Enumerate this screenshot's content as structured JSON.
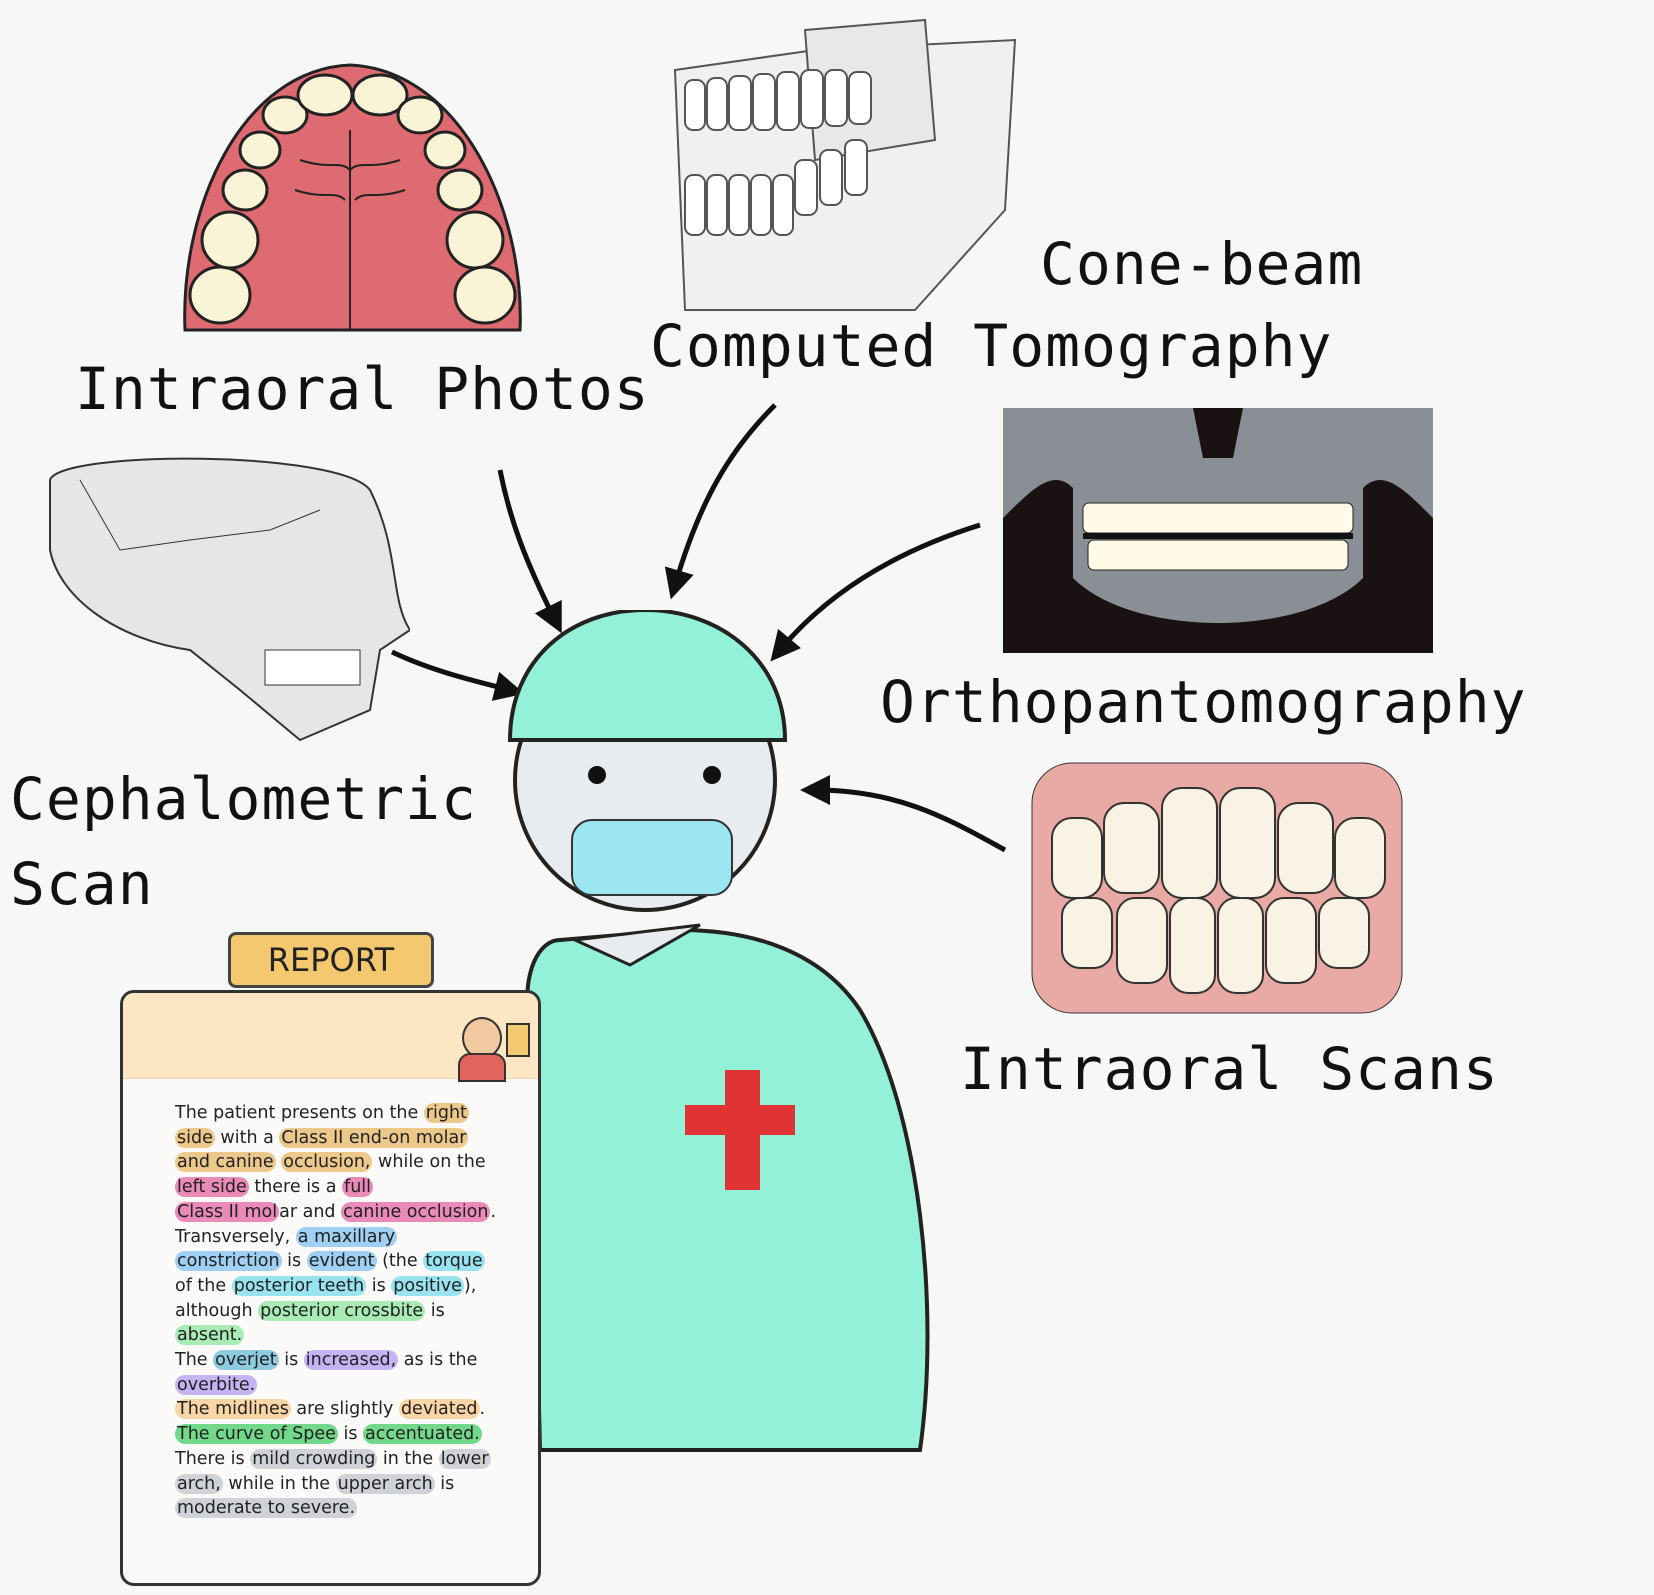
{
  "labels": {
    "intraoral_photos": "Intraoral Photos",
    "cbct_line1": "Cone-beam",
    "cbct_line2": "Computed Tomography",
    "opg": "Orthopantomography",
    "ceph_line1": "Cephalometric",
    "ceph_line2": "Scan",
    "intraoral_scans": "Intraoral Scans"
  },
  "report": {
    "title": "REPORT",
    "highlight_colors": {
      "orange": "#ecc88a",
      "pink": "#e98ab8",
      "blue": "#9fd0f3",
      "cyan": "#98e3ef",
      "green": "#a8ebb5",
      "purple": "#c5b4f3",
      "peach": "#f9d5a5",
      "dgreen": "#72d88a",
      "gray": "#cfd3d8",
      "teal": "#8fcbe0"
    },
    "lines": [
      [
        [
          "The patient presents on the ",
          ""
        ],
        [
          "right",
          "orange"
        ]
      ],
      [
        [
          "side",
          "orange"
        ],
        [
          " with a ",
          ""
        ],
        [
          "Class II end-on molar",
          "orange"
        ]
      ],
      [
        [
          "and canine",
          "orange"
        ],
        [
          " ",
          ""
        ],
        [
          "occlusion,",
          "orange"
        ],
        [
          " while on the",
          ""
        ]
      ],
      [
        [
          "left side",
          "pink"
        ],
        [
          " there is a ",
          ""
        ],
        [
          "full",
          "pink"
        ]
      ],
      [
        [
          "Class II mol",
          "pink"
        ],
        [
          "ar and ",
          ""
        ],
        [
          "canine occlusion",
          "pink"
        ],
        [
          ".",
          ""
        ]
      ],
      [
        [
          "Transversely, ",
          ""
        ],
        [
          "a maxillary",
          "blue"
        ]
      ],
      [
        [
          "constriction",
          "blue"
        ],
        [
          " is ",
          ""
        ],
        [
          "evident",
          "blue"
        ],
        [
          " (the ",
          ""
        ],
        [
          "torque",
          "cyan"
        ]
      ],
      [
        [
          "of the ",
          ""
        ],
        [
          "posterior teeth",
          "cyan"
        ],
        [
          " is ",
          ""
        ],
        [
          "positive",
          "cyan"
        ],
        [
          "),",
          ""
        ]
      ],
      [
        [
          "although ",
          ""
        ],
        [
          "posterior crossbite",
          "green"
        ],
        [
          " is",
          ""
        ]
      ],
      [
        [
          "absent.",
          "green"
        ]
      ],
      [
        [
          "The ",
          ""
        ],
        [
          "overjet",
          "teal"
        ],
        [
          " is ",
          ""
        ],
        [
          "increased,",
          "purple"
        ],
        [
          " as is the",
          ""
        ]
      ],
      [
        [
          "overbite.",
          "purple"
        ]
      ],
      [
        [
          "The midlines",
          "peach"
        ],
        [
          " are slightly ",
          ""
        ],
        [
          "deviated",
          "peach"
        ],
        [
          ".",
          ""
        ]
      ],
      [
        [
          "The curve of Spee",
          "dgreen"
        ],
        [
          " is ",
          ""
        ],
        [
          "accentuated.",
          "dgreen"
        ]
      ],
      [
        [
          "There is ",
          ""
        ],
        [
          "mild crowding",
          "gray"
        ],
        [
          " in the ",
          ""
        ],
        [
          "lower",
          "gray"
        ]
      ],
      [
        [
          "arch,",
          "gray"
        ],
        [
          " while in the ",
          ""
        ],
        [
          "upper arch",
          "gray"
        ],
        [
          " is",
          ""
        ]
      ],
      [
        [
          "moderate to severe.",
          "gray"
        ]
      ]
    ]
  }
}
